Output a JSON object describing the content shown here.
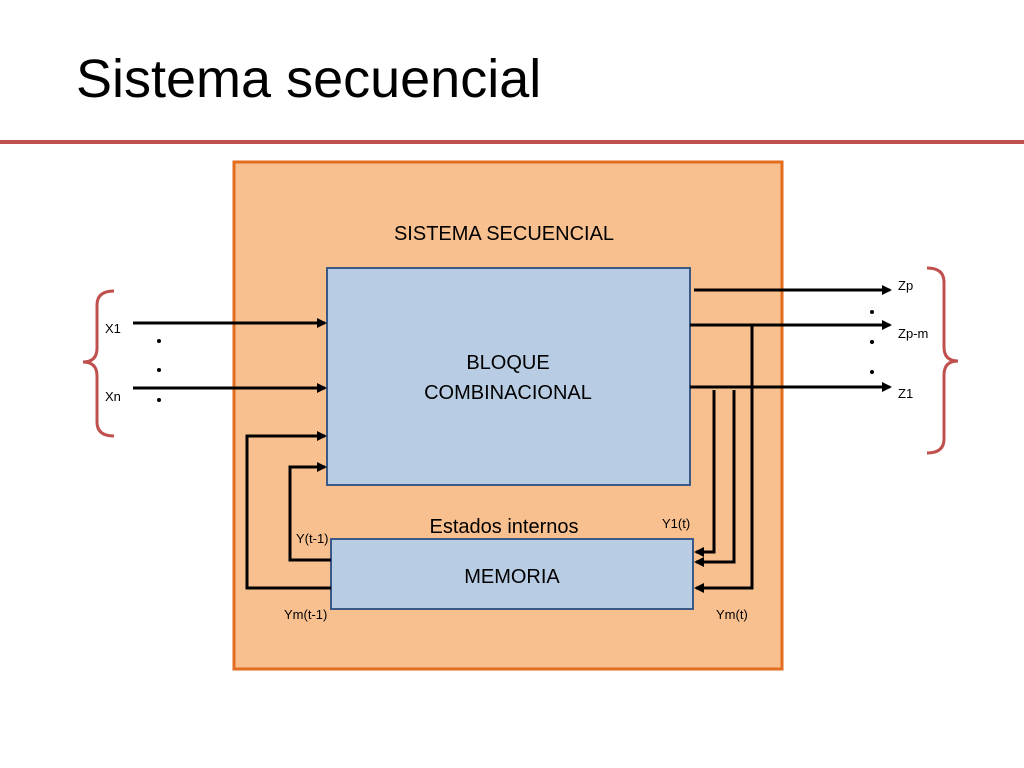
{
  "slide": {
    "title": "Sistema secuencial"
  },
  "diagram": {
    "outer_label": "SISTEMA SECUENCIAL",
    "combinational_line1": "BLOQUE",
    "combinational_line2": "COMBINACIONAL",
    "internal_states_label": "Estados internos",
    "memory_label": "MEMORIA",
    "inputs": {
      "top": "X1",
      "bottom": "Xn"
    },
    "outputs": {
      "top": "Zp",
      "middle": "Zp-m",
      "bottom": "Z1"
    },
    "state_labels": {
      "y_prev": "Y(t-1)",
      "ym_prev": "Ym(t-1)",
      "y1_now": "Y1(t)",
      "ym_now": "Ym(t)"
    },
    "colors": {
      "outer_fill": "#f9c08f",
      "outer_border": "#e36c1f",
      "block_fill": "#b8cce4",
      "block_border": "#3a5a85",
      "brace": "#c0504d",
      "rule": "#c0504d"
    }
  }
}
